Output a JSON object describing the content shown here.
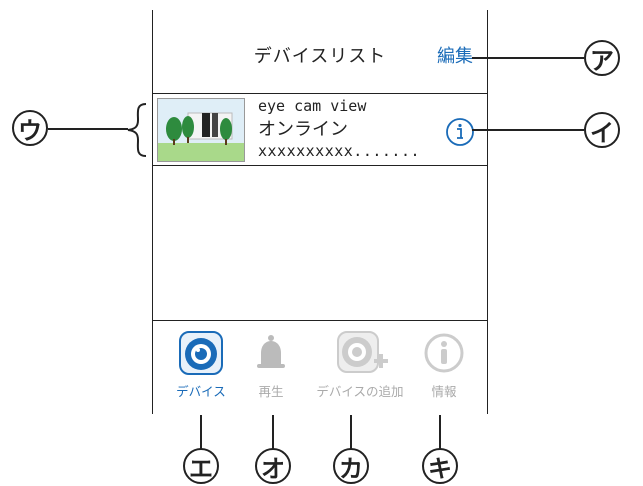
{
  "header": {
    "title": "デバイスリスト",
    "edit_label": "編集"
  },
  "device": {
    "name": "eye cam view",
    "status": "オンライン",
    "id": "xxxxxxxxxx......."
  },
  "tabs": [
    {
      "label": "デバイス",
      "icon": "camera-icon",
      "active": true
    },
    {
      "label": "再生",
      "icon": "bell-icon",
      "active": false
    },
    {
      "label": "デバイスの追加",
      "icon": "add-camera-icon",
      "active": false
    },
    {
      "label": "情報",
      "icon": "info-icon",
      "active": false
    }
  ],
  "callouts": {
    "a": "ア",
    "i": "イ",
    "u": "ウ",
    "e": "エ",
    "o": "オ",
    "ka": "カ",
    "ki": "キ"
  },
  "colors": {
    "accent": "#1a6bb8",
    "inactive": "#aaaaaa"
  }
}
